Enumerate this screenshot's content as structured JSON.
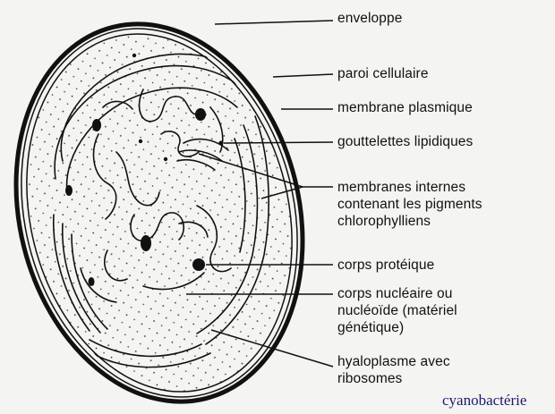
{
  "diagram": {
    "labels": [
      {
        "id": "enveloppe",
        "text": "enveloppe"
      },
      {
        "id": "paroi-cellulaire",
        "text": "paroi cellulaire"
      },
      {
        "id": "membrane-plasmique",
        "text": "membrane plasmique"
      },
      {
        "id": "gouttelettes-lipidiques",
        "text": "gouttelettes lipidiques"
      },
      {
        "id": "membranes-internes",
        "text": "membranes internes\ncontenant les pigments\nchlorophylliens"
      },
      {
        "id": "corps-proteique",
        "text": "corps protéique"
      },
      {
        "id": "corps-nucleaire",
        "text": "corps nucléaire ou\nnucléoïde (matériel\ngénétique)"
      },
      {
        "id": "hyaloplasme",
        "text": "hyaloplasme avec\nribosomes"
      }
    ],
    "caption": "cyanobactérie"
  },
  "colors": {
    "background": "#f4f4f2",
    "ink": "#111111",
    "caption": "#1a1a6e"
  }
}
